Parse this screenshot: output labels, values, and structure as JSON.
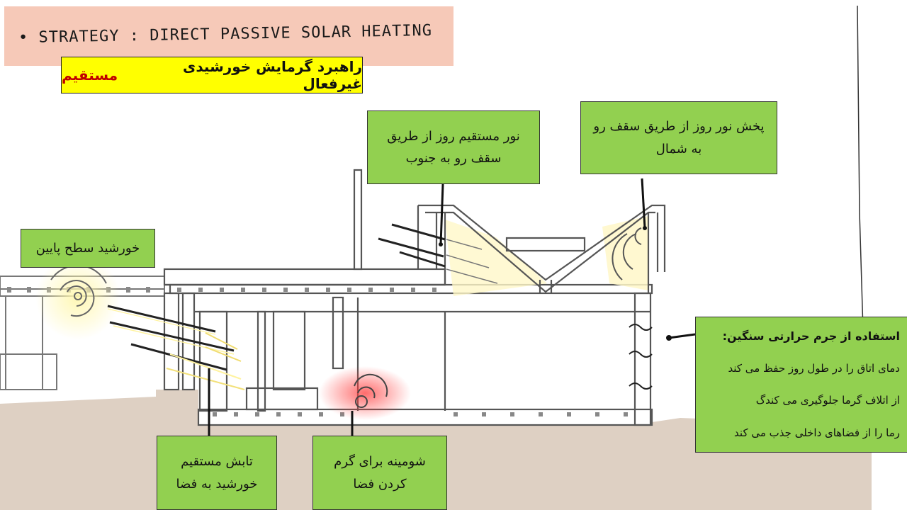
{
  "header": {
    "strategy": "• STRATEGY  :  DIRECT  PASSIVE  SOLAR  HEATING",
    "title_main": "راهبرد گرمایش خورشیدی غیرفعال",
    "title_highlight": "مستقیم"
  },
  "labels": {
    "south_daylight": [
      "نور مستقیم روز از طریق",
      "سقف رو به جنوب"
    ],
    "north_daylight": [
      "پخش نور روز از طریق سقف رو",
      "به شمال"
    ],
    "low_sun": "خورشید سطح پایین",
    "direct_radiation": [
      "تابش مستقیم",
      "خورشید به فضا"
    ],
    "fireplace": [
      "شومینه برای گرم",
      "کردن فضا"
    ],
    "thermal_mass": {
      "heading": "استفاده از جرم حرارتی سنگین:",
      "points": [
        "دمای اتاق را در طول روز حفظ می کند",
        "از اتلاف گرما جلوگیری می کندگ",
        "رما را از فضاهای داخلی جذب می کند"
      ]
    }
  },
  "colors": {
    "label_fill": "#92d050",
    "title_fill": "#ffff00",
    "title_highlight": "#c00000",
    "strategy_band": "#f6c9b8",
    "ground": "#ded0c3",
    "fire_glow": "#ff3b3b"
  }
}
